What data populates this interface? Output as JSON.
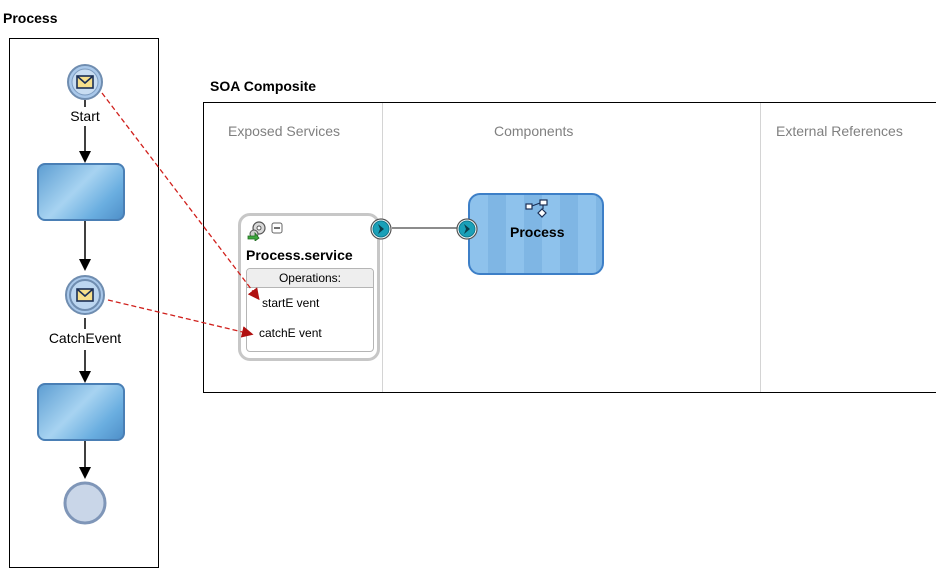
{
  "process": {
    "title": "Process",
    "start_label": "Start",
    "catch_label": "CatchEvent"
  },
  "soa": {
    "title": "SOA Composite",
    "columns": [
      "Exposed Services",
      "Components",
      "External References"
    ],
    "service": {
      "name": "Process.service",
      "operations_header": "Operations:",
      "operations": [
        "startE vent",
        "catchE vent"
      ]
    },
    "component": {
      "name": "Process"
    }
  },
  "colors": {
    "event_fill": "#a9c8ea",
    "task_fill": "#6aaee0",
    "component_fill": "#8ec2ec",
    "dashed_link": "#d0201c",
    "service_port": "#1aa0b8"
  },
  "icons": [
    "envelope-icon",
    "gear-icon",
    "collapse-icon",
    "chevron-right-icon",
    "bpmn-process-icon"
  ]
}
